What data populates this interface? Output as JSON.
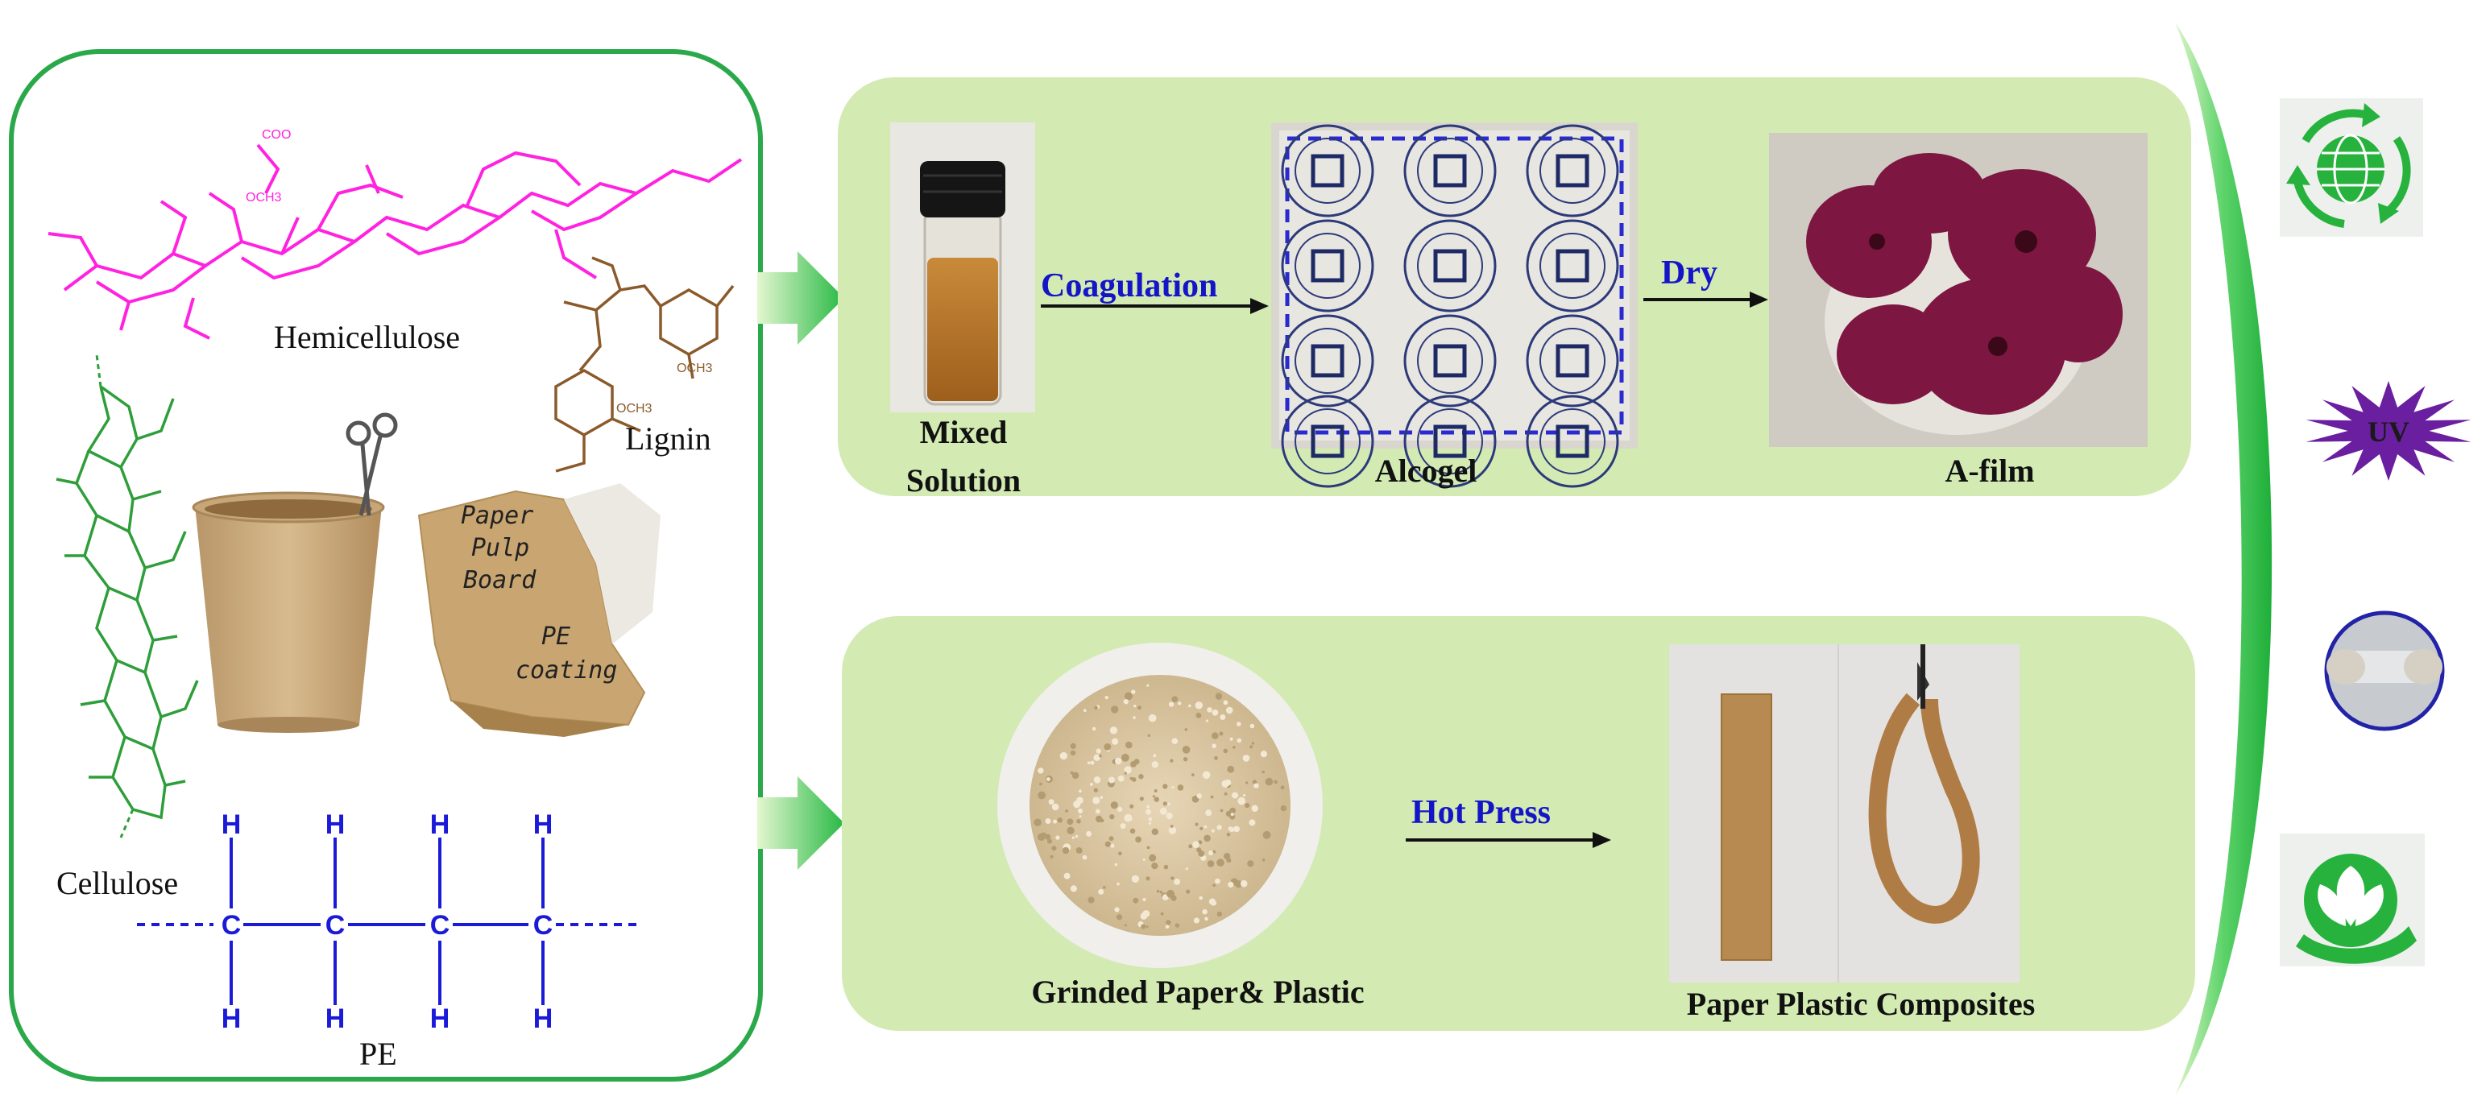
{
  "colors": {
    "panel_bg": "#d3ebb3",
    "left_border": "#2aa84a",
    "arrow_green": "#33c24b",
    "hemicellulose": "#ff22e0",
    "lignin": "#8b5a2b",
    "cellulose": "#2e9e3a",
    "pe": "#1a1ad8",
    "process_label": "#1515c8",
    "film": "#7d1640"
  },
  "left_panel": {
    "hemicellulose": "Hemicellulose",
    "lignin": "Lignin",
    "cellulose": "Cellulose",
    "pe": "PE",
    "cup_note_1": "Paper",
    "cup_note_2": "Pulp",
    "cup_note_3": "Board",
    "coating_note_1": "PE",
    "coating_note_2": "coating",
    "lignin_och3_a": "OCH3",
    "lignin_och3_b": "OCH3",
    "hemi_coo": "COO",
    "hemi_och3": "OCH3",
    "pe_h": "H",
    "pe_c": "C"
  },
  "top_panel": {
    "mixed_line1": "Mixed",
    "mixed_line2": "Solution",
    "coagulation": "Coagulation",
    "alcogel": "Alcogel",
    "dry": "Dry",
    "afilm": "A-film"
  },
  "bottom_panel": {
    "grinded": "Grinded Paper& Plastic",
    "hot_press": "Hot Press",
    "composites": "Paper Plastic Composites"
  },
  "right_icons": [
    "recycle-globe-icon",
    "uv-star-icon",
    "flexible-film-icon",
    "eco-hand-leaf-icon"
  ],
  "uv_label": "UV"
}
